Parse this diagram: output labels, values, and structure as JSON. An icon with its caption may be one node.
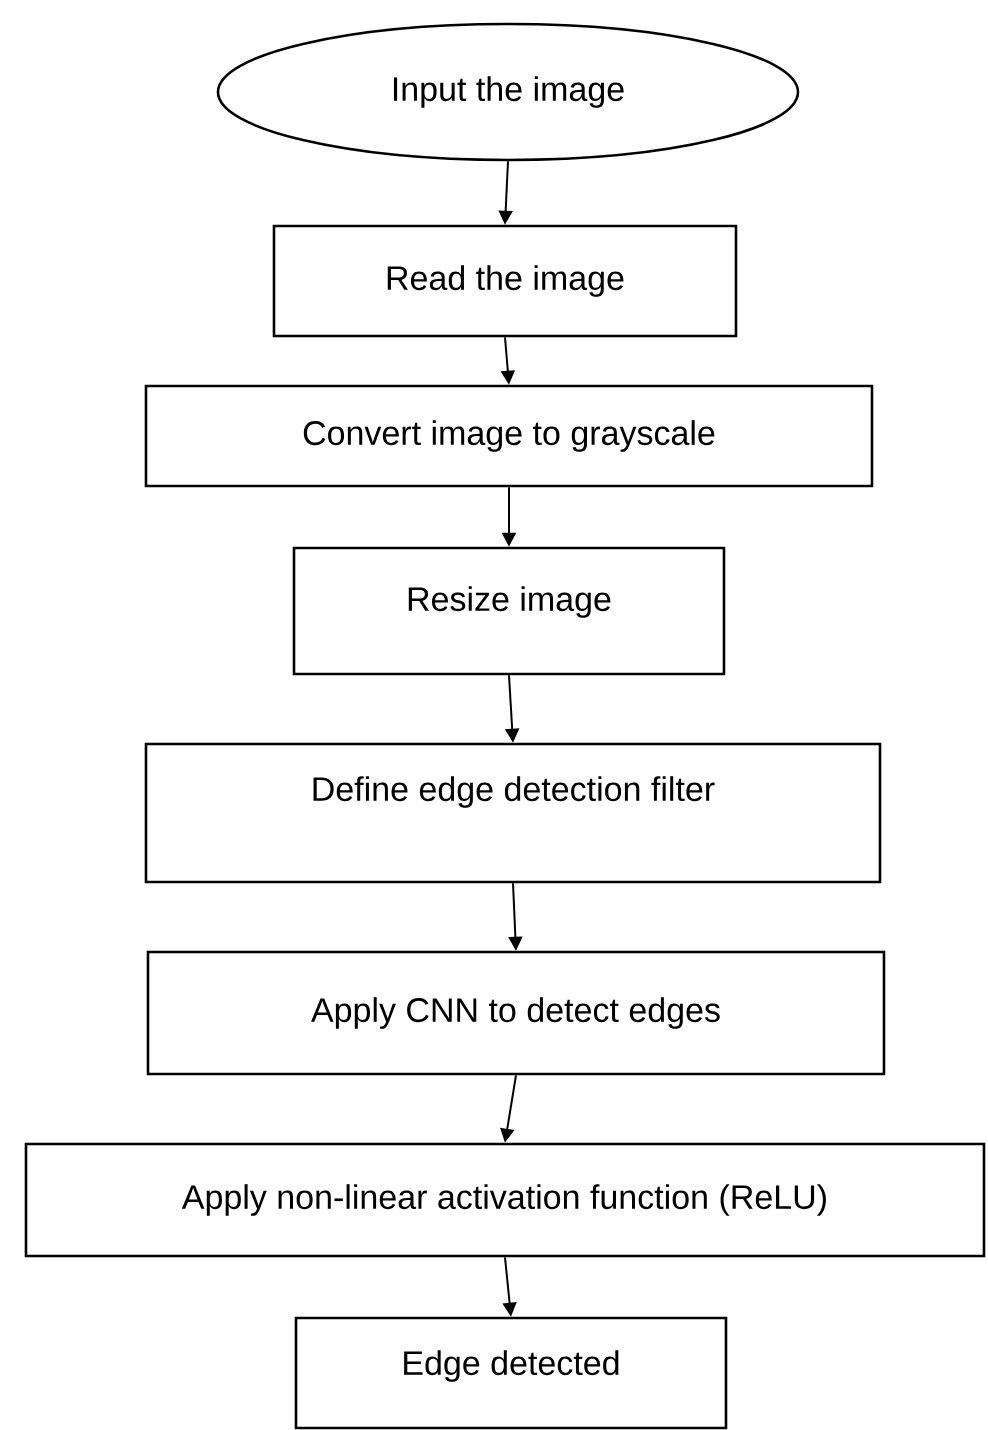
{
  "diagram": {
    "nodes": [
      {
        "text": [
          "Input the image"
        ]
      },
      {
        "text": [
          "Read the image"
        ]
      },
      {
        "text": [
          "Convert image to grayscale"
        ]
      },
      {
        "text": [
          "Resize image"
        ]
      },
      {
        "text": [
          "Define edge detection filter"
        ]
      },
      {
        "text": [
          "Apply CNN to detect edges"
        ]
      },
      {
        "text": [
          "Apply non-linear activation function (ReLU)"
        ]
      },
      {
        "text": [
          "Edge detected"
        ]
      }
    ],
    "edges": [
      {
        "from": 0,
        "to": 1,
        "arrow": "to"
      },
      {
        "from": 1,
        "to": 2,
        "arrow": "to"
      },
      {
        "from": 2,
        "to": 3,
        "arrow": "to"
      },
      {
        "from": 3,
        "to": 4,
        "arrow": "to"
      },
      {
        "from": 4,
        "to": 5,
        "arrow": "to"
      },
      {
        "from": 5,
        "to": 6,
        "arrow": "to"
      },
      {
        "from": 6,
        "to": 7,
        "arrow": "to"
      }
    ]
  }
}
